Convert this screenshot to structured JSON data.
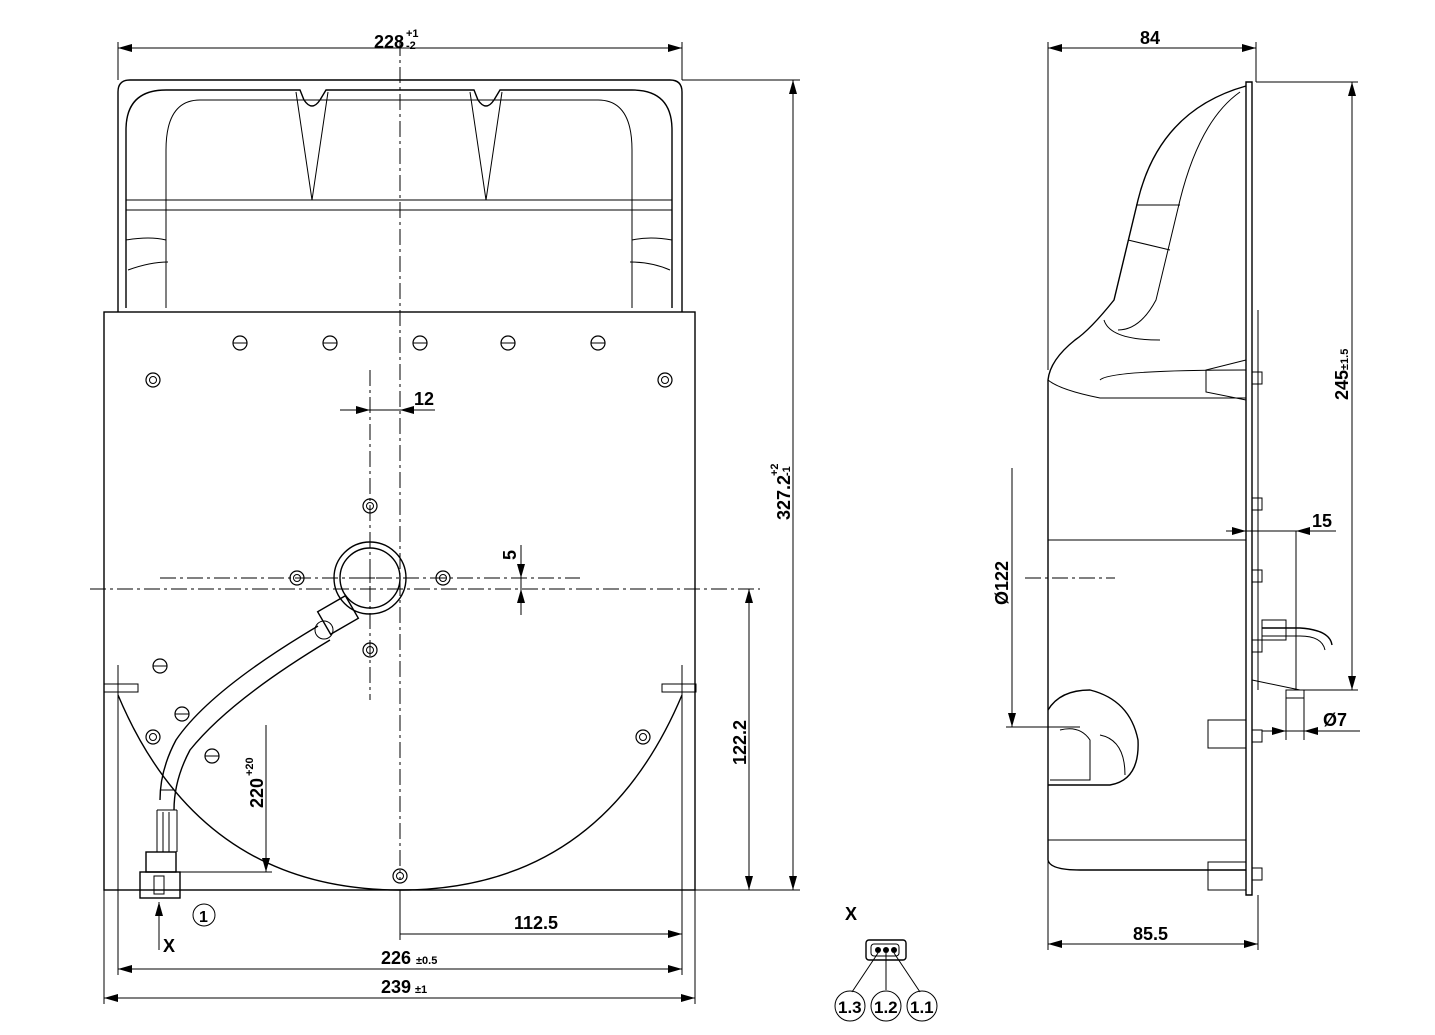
{
  "dimensions": {
    "top_width": {
      "base": "228",
      "tol_upper": "+1",
      "tol_lower": "-2"
    },
    "total_height": {
      "base": "327.2",
      "tol_upper": "+2",
      "tol_lower": "-1"
    },
    "offset_12": "12",
    "offset_5": "5",
    "height_122": "122.2",
    "cable_length": {
      "base": "220",
      "tol_upper": "+20"
    },
    "half_width": "112.5",
    "width_226": {
      "base": "226",
      "tol": "±0.5"
    },
    "width_239": {
      "base": "239",
      "tol": "±1"
    },
    "depth_84": "84",
    "height_245": {
      "base": "245",
      "tol": "±1.5"
    },
    "diameter": "Ø122",
    "flange_15": "15",
    "hole_7": "Ø7",
    "depth_85": "85.5"
  },
  "labels": {
    "view_x": "X",
    "view_x_detail": "X",
    "callout_1": "1",
    "pin_1_3": "1.3",
    "pin_1_2": "1.2",
    "pin_1_1": "1.1"
  }
}
